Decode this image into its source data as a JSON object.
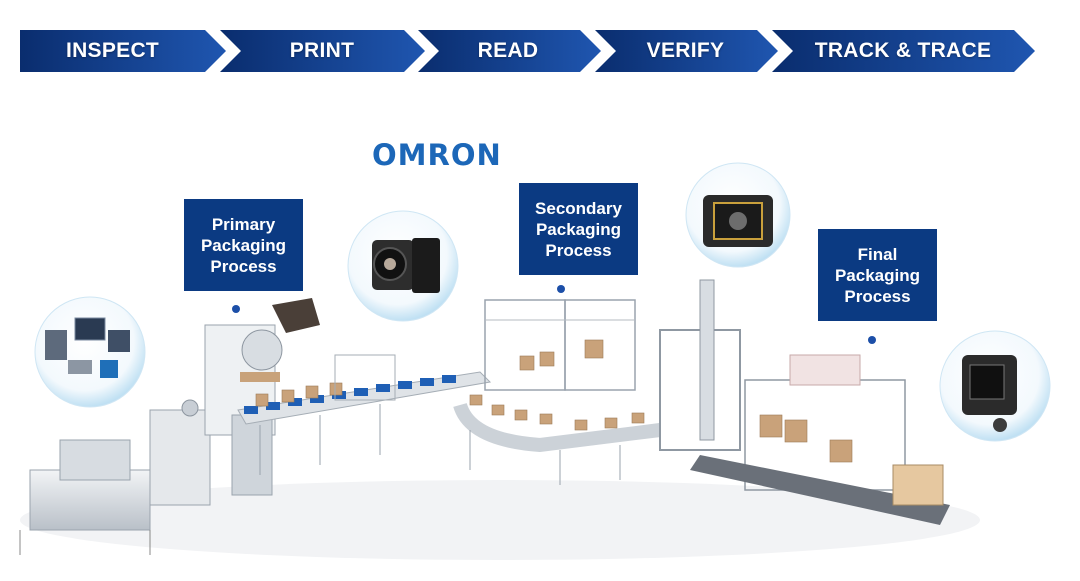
{
  "steps": [
    {
      "label": "INSPECT"
    },
    {
      "label": "PRINT"
    },
    {
      "label": "READ"
    },
    {
      "label": "VERIFY"
    },
    {
      "label": "TRACK & TRACE"
    }
  ],
  "brand": {
    "name": "OMRON"
  },
  "processes": {
    "primary": {
      "label": "Primary\nPackaging\nProcess"
    },
    "secondary": {
      "label": "Secondary\nPackaging\nProcess"
    },
    "final": {
      "label": "Final\nPackaging\nProcess"
    }
  },
  "colors": {
    "chevron_dark": "#0a2d6e",
    "chevron_light": "#1f56b0",
    "process_box": "#0b3a82",
    "brand": "#1c67b8"
  },
  "icons": {
    "device_bubble_left": "printer-devices-icon",
    "lens_camera_bubble": "lens-camera-icon",
    "code_reader_bubble": "code-reader-icon",
    "smart_camera_bubble": "smart-camera-icon"
  }
}
